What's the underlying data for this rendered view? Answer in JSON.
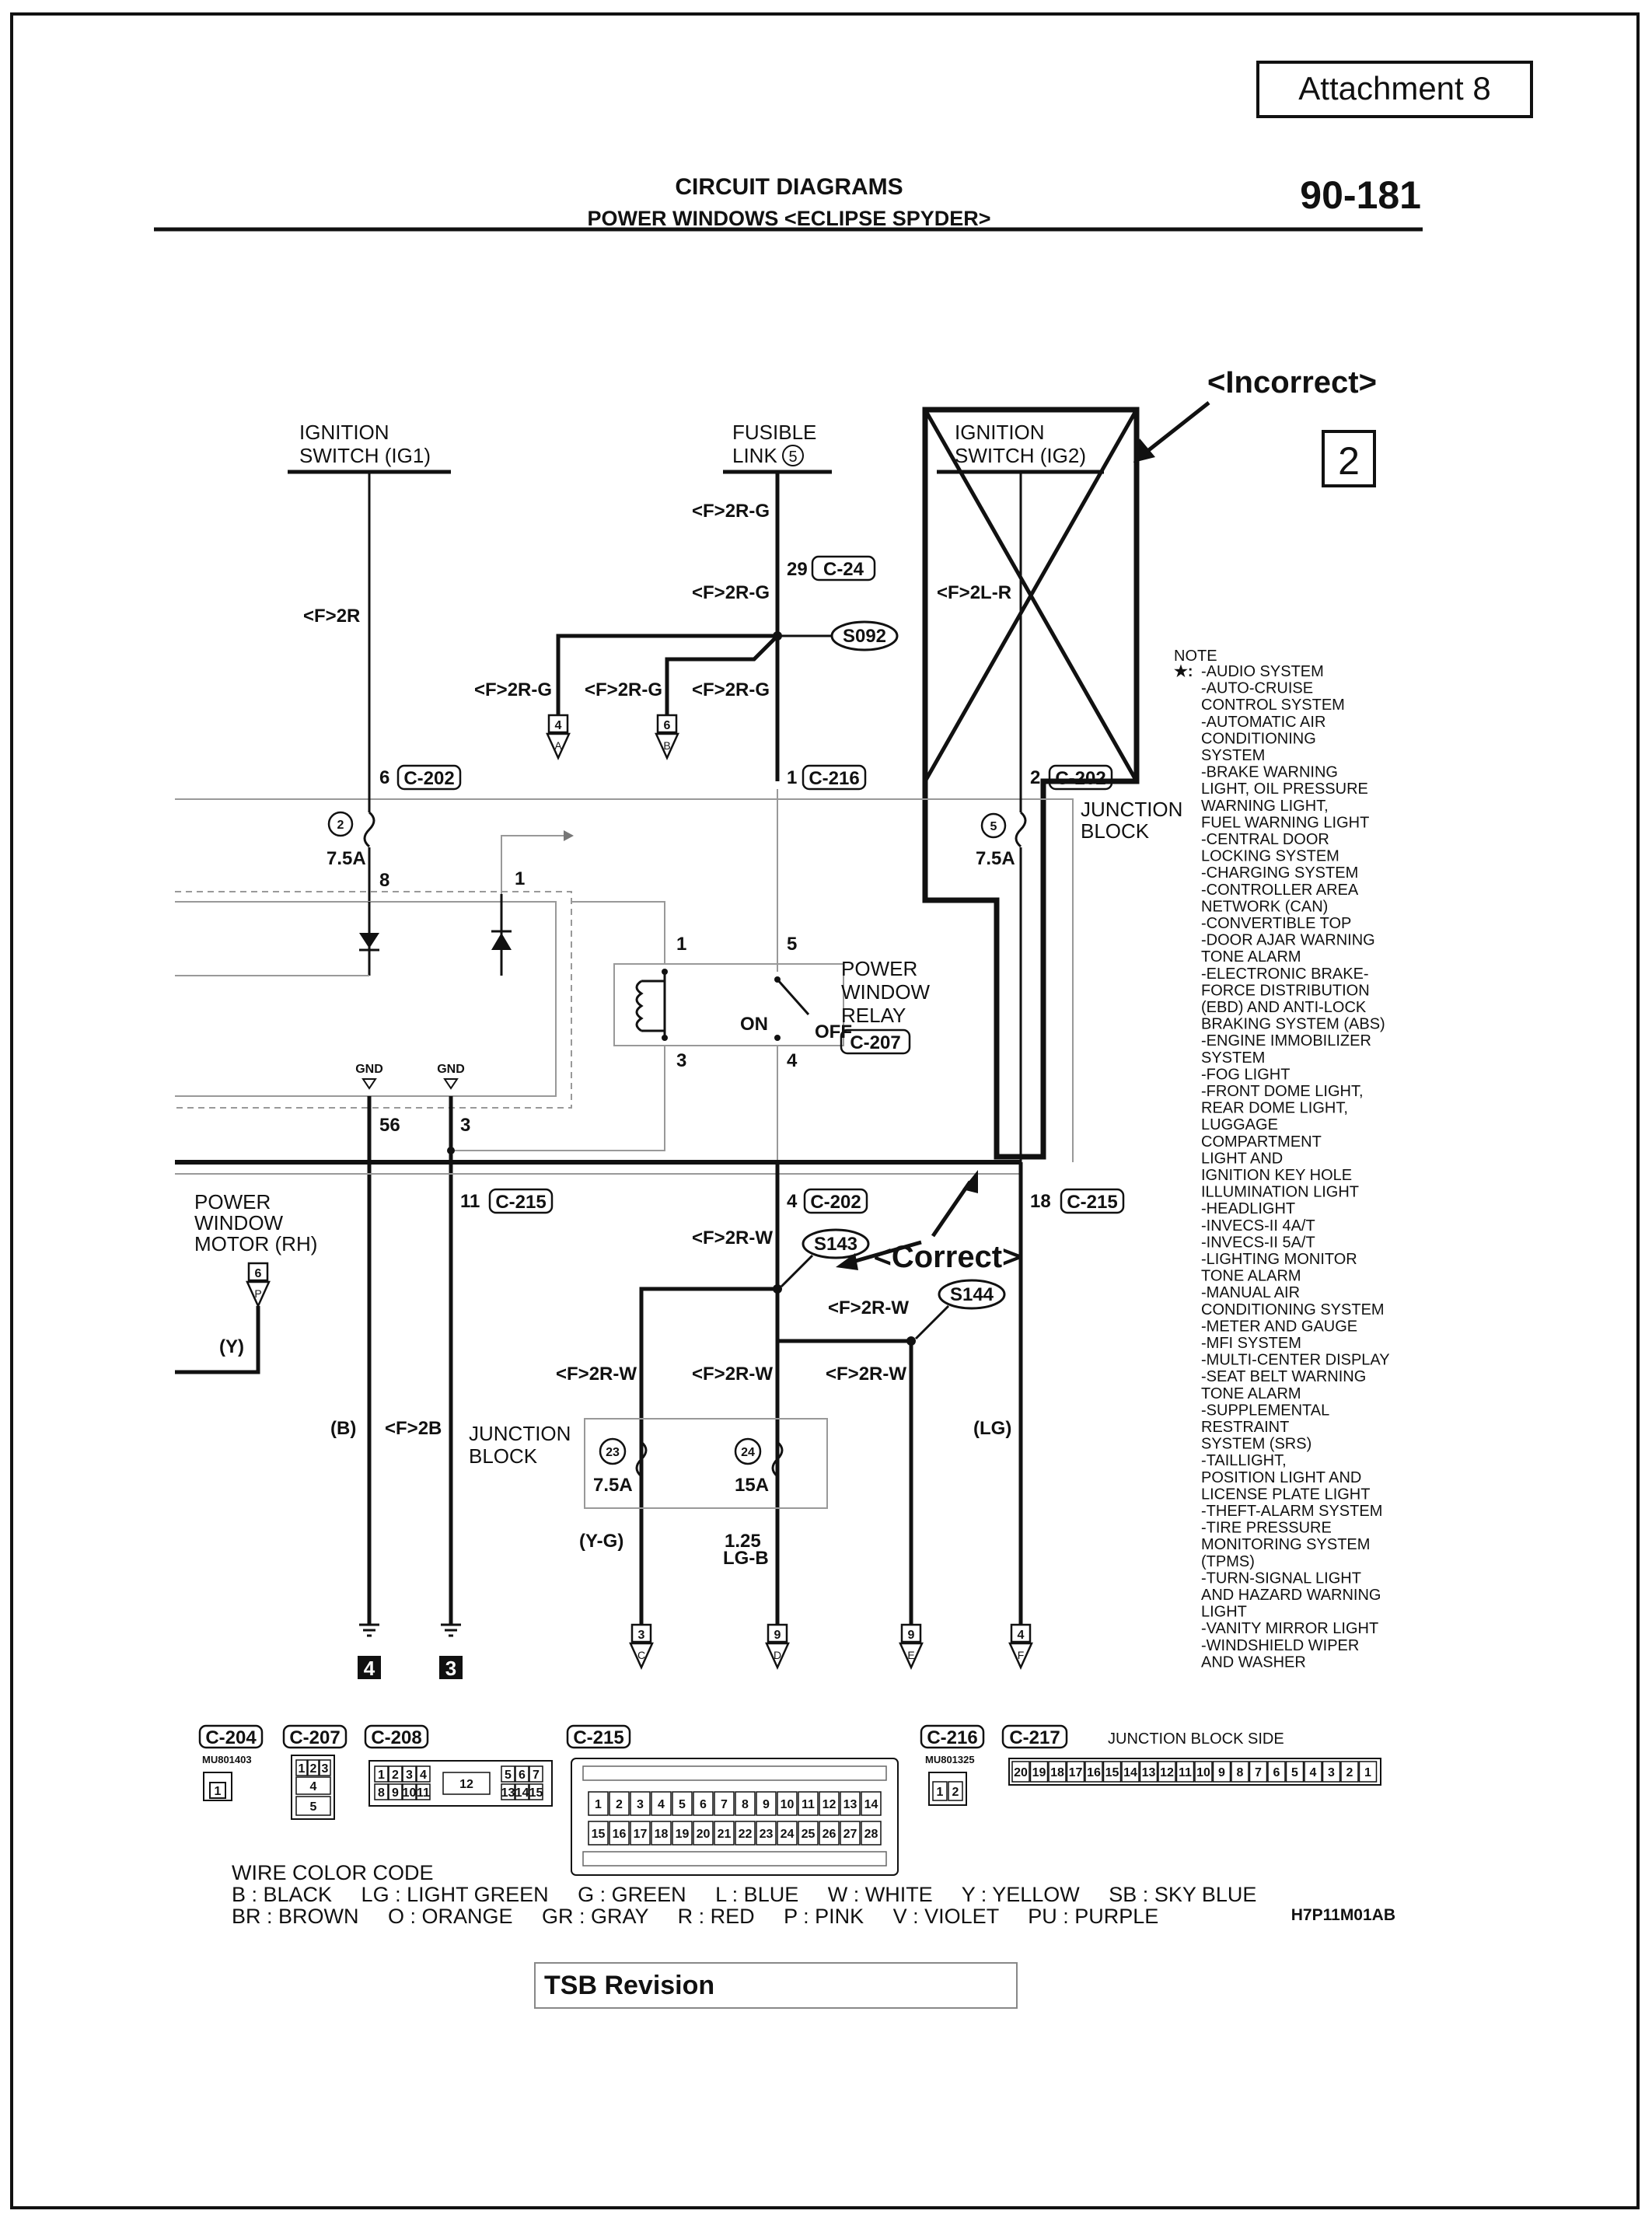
{
  "attachment_label": "Attachment 8",
  "page_number": "90-181",
  "header_title_1": "CIRCUIT DIAGRAMS",
  "header_title_2": "POWER WINDOWS <ECLIPSE SPYDER>",
  "annotation_incorrect": "<Incorrect>",
  "annotation_correct": "<Correct>",
  "sheet_number": "2",
  "sources": {
    "ig1_line1": "IGNITION",
    "ig1_line2": "SWITCH (IG1)",
    "fusible_line1": "FUSIBLE",
    "fusible_line2": "LINK",
    "fusible_num": "5",
    "ig2_line1": "IGNITION",
    "ig2_line2": "SWITCH (IG2)"
  },
  "wire_labels": {
    "ig1_wire": "<F>2R",
    "fl_top": "<F>2R-G",
    "fl_mid": "<F>2R-G",
    "branch_a": "<F>2R-G",
    "branch_b": "<F>2R-G",
    "branch_c": "<F>2R-G",
    "ig2_wire": "<F>2L-R",
    "w1": "<F>2R-W",
    "w2": "<F>2R-W",
    "w3": "<F>2R-W",
    "w4": "<F>2R-W",
    "w5": "<F>2R-W",
    "y": "(Y)",
    "b": "(B)",
    "f2b": "<F>2B",
    "lg": "(LG)",
    "yg": "(Y-G)",
    "lgb1": "1.25",
    "lgb2": "LG-B"
  },
  "connectors": {
    "c24_pin": "29",
    "c24": "C-24",
    "s092": "S092",
    "c202_a_pin": "6",
    "c202_a": "C-202",
    "c216_pin": "1",
    "c216": "C-216",
    "c202_b_pin": "2",
    "c202_b": "C-202",
    "c202_c_pin": "4",
    "c202_c": "C-202",
    "c215_a_pin": "11",
    "c215_a": "C-215",
    "c215_b_pin": "18",
    "c215_b": "C-215",
    "s143": "S143",
    "s144": "S144",
    "c207": "C-207"
  },
  "offpage": {
    "op_4a": "4",
    "op_4a_l": "A",
    "op_6b": "6",
    "op_6b_l": "B",
    "op_6p": "6",
    "op_6p_l": "P",
    "op_3c": "3",
    "op_3c_l": "C",
    "op_9d": "9",
    "op_9d_l": "D",
    "op_9e": "9",
    "op_9e_l": "E",
    "op_4f": "4",
    "op_4f_l": "F"
  },
  "fuses": {
    "f2": "2",
    "f2_amp": "7.5A",
    "f5": "5",
    "f5_amp": "7.5A",
    "f23": "23",
    "f23_amp": "7.5A",
    "f24": "24",
    "f24_amp": "15A"
  },
  "relay": {
    "line1": "POWER",
    "line2": "WINDOW",
    "line3": "RELAY",
    "on": "ON",
    "off": "OFF",
    "p1": "1",
    "p3": "3",
    "p4": "4",
    "p5": "5"
  },
  "pins": {
    "p8": "8",
    "p1": "1",
    "gnd1": "GND",
    "gnd2": "GND",
    "p56": "56",
    "p3": "3"
  },
  "junction_block_1": [
    "JUNCTION",
    "BLOCK"
  ],
  "junction_block_2": [
    "JUNCTION",
    "BLOCK"
  ],
  "motor": [
    "POWER",
    "WINDOW",
    "MOTOR (RH)"
  ],
  "ground_nums": [
    "4",
    "3"
  ],
  "note_title": "NOTE",
  "note_star": "★:",
  "note_lines": [
    "-AUDIO SYSTEM",
    "-AUTO-CRUISE",
    "CONTROL SYSTEM",
    "-AUTOMATIC AIR",
    "CONDITIONING",
    "SYSTEM",
    "-BRAKE WARNING",
    "LIGHT, OIL PRESSURE",
    "WARNING LIGHT,",
    "FUEL WARNING LIGHT",
    "-CENTRAL DOOR",
    "LOCKING SYSTEM",
    "-CHARGING SYSTEM",
    "-CONTROLLER AREA",
    "NETWORK (CAN)",
    "-CONVERTIBLE TOP",
    "-DOOR AJAR WARNING",
    "TONE ALARM",
    "-ELECTRONIC BRAKE-",
    "FORCE DISTRIBUTION",
    "(EBD) AND ANTI-LOCK",
    "BRAKING SYSTEM (ABS)",
    "-ENGINE IMMOBILIZER",
    "SYSTEM",
    "-FOG LIGHT",
    "-FRONT DOME LIGHT,",
    "REAR DOME LIGHT,",
    "LUGGAGE",
    "COMPARTMENT",
    "LIGHT AND",
    "IGNITION KEY HOLE",
    "ILLUMINATION LIGHT",
    "-HEADLIGHT",
    "-INVECS-II 4A/T",
    "-INVECS-II 5A/T",
    "-LIGHTING MONITOR",
    "TONE ALARM",
    "-MANUAL AIR",
    "CONDITIONING SYSTEM",
    "-METER AND GAUGE",
    "-MFI SYSTEM",
    "-MULTI-CENTER DISPLAY",
    "-SEAT BELT WARNING",
    "TONE ALARM",
    "-SUPPLEMENTAL",
    "RESTRAINT",
    "SYSTEM (SRS)",
    "-TAILLIGHT,",
    "POSITION LIGHT AND",
    "LICENSE PLATE LIGHT",
    "-THEFT-ALARM SYSTEM",
    "-TIRE PRESSURE",
    "MONITORING SYSTEM",
    "(TPMS)",
    "-TURN-SIGNAL LIGHT",
    "AND HAZARD WARNING",
    "LIGHT",
    "-VANITY MIRROR LIGHT",
    "-WINDSHIELD WIPER",
    "AND WASHER"
  ],
  "connector_views": {
    "c204": "C-204",
    "c204_part": "MU801403",
    "c204_pins": [
      "1"
    ],
    "c207": "C-207",
    "c207_pins": [
      "1",
      "2",
      "3",
      "4",
      "5"
    ],
    "c208": "C-208",
    "c208_pins": [
      "1",
      "2",
      "3",
      "4",
      "5",
      "6",
      "7",
      "8",
      "9",
      "10",
      "11",
      "12",
      "13",
      "14",
      "15"
    ],
    "c215": "C-215",
    "c215_pins_row1": [
      "1",
      "2",
      "3",
      "4",
      "5",
      "6",
      "7",
      "8",
      "9",
      "10",
      "11",
      "12",
      "13",
      "14"
    ],
    "c215_pins_row2": [
      "15",
      "16",
      "17",
      "18",
      "19",
      "20",
      "21",
      "22",
      "23",
      "24",
      "25",
      "26",
      "27",
      "28"
    ],
    "c216": "C-216",
    "c216_part": "MU801325",
    "c216_pins": [
      "1",
      "2"
    ],
    "c217": "C-217",
    "c217_side": "JUNCTION BLOCK SIDE",
    "c217_pins": [
      "20",
      "19",
      "18",
      "17",
      "16",
      "15",
      "14",
      "13",
      "12",
      "11",
      "10",
      "9",
      "8",
      "7",
      "6",
      "5",
      "4",
      "3",
      "2",
      "1"
    ]
  },
  "wire_color_code": {
    "title": "WIRE COLOR CODE",
    "row1": "B : BLACK     LG : LIGHT GREEN     G : GREEN     L : BLUE     W : WHITE     Y : YELLOW     SB : SKY BLUE",
    "row2": "BR : BROWN     O : ORANGE     GR : GRAY     R : RED     P : PINK     V : VIOLET     PU : PURPLE"
  },
  "figure_code": "H7P11M01AB",
  "tsb_revision": "TSB Revision"
}
